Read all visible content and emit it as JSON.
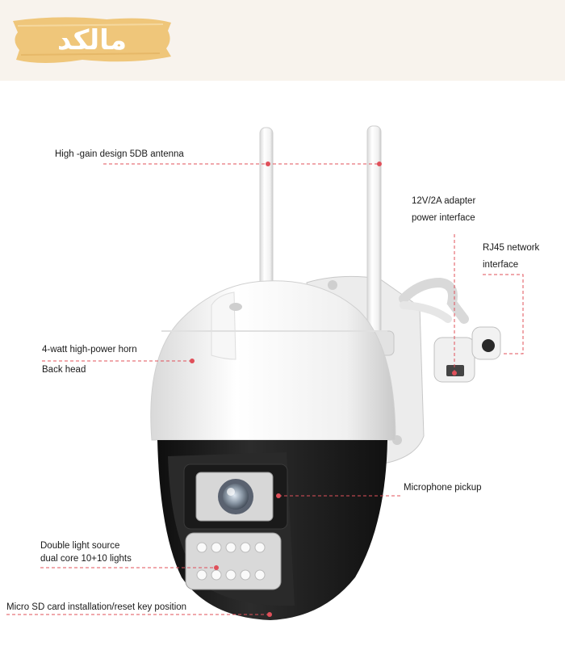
{
  "brand": {
    "name": "مالكد",
    "badge_color": "#efc67a"
  },
  "callouts": {
    "antenna": "High -gain design 5DB antenna",
    "adapter_line1": "12V/2A adapter",
    "adapter_line2": "power interface",
    "rj45_line1": "RJ45 network",
    "rj45_line2": "interface",
    "horn_line1": "4-watt high-power horn",
    "horn_line2": "Back head",
    "microphone": "Microphone pickup",
    "lights_line1": "Double light source",
    "lights_line2": "dual core 10+10 lights",
    "sdcard": "Micro SD card installation/reset key position"
  },
  "colors": {
    "leader_line": "#e0505a",
    "camera_body": "#f4f4f4",
    "camera_dark": "#1e1e1e"
  }
}
